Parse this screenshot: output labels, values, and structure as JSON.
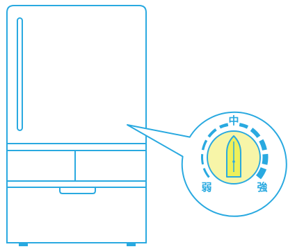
{
  "diagram": {
    "subject": "refrigerator-temperature-dial",
    "colors": {
      "outline": "#29a9e0",
      "dial_face": "#f7f5a8",
      "knob_fill": "#eef05a",
      "background": "#ffffff",
      "feet": "#29a9e0"
    },
    "dial": {
      "labels": {
        "weak": "弱",
        "medium": "中",
        "strong": "強"
      },
      "scale_style": "dashes-increasing-thickness"
    }
  }
}
